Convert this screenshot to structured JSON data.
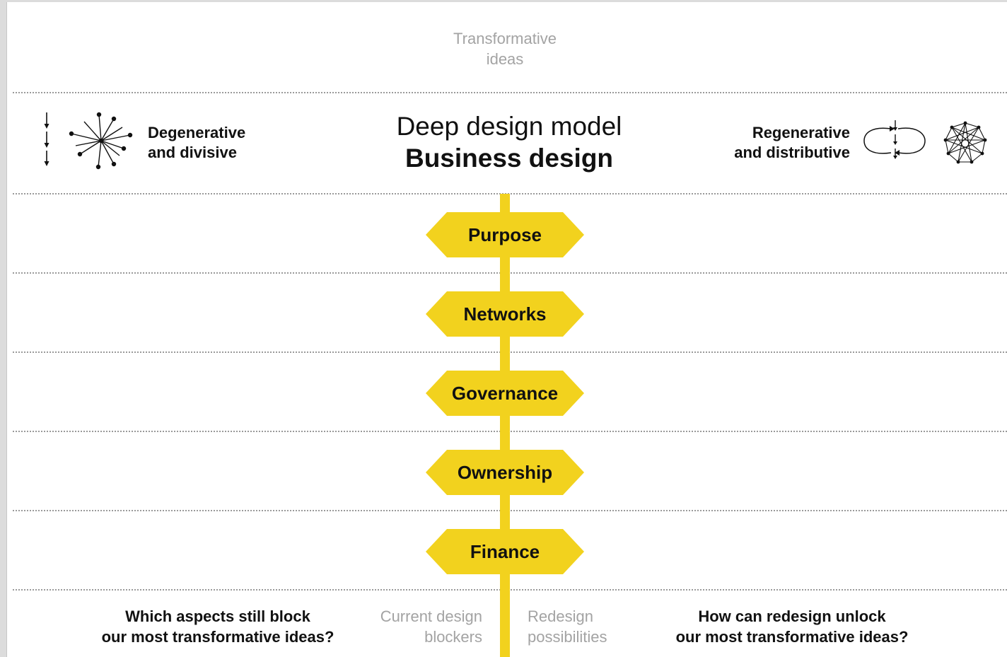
{
  "header": {
    "top_title": "Transformative ideas",
    "title_line1": "Deep design model",
    "title_line2": "Business design"
  },
  "left": {
    "label_line1": "Degenerative",
    "label_line2": "and divisive",
    "icons": [
      "descending-arrows-icon",
      "centralized-star-icon"
    ]
  },
  "right": {
    "label_line1": "Regenerative",
    "label_line2": "and distributive",
    "icons": [
      "cycle-arrows-icon",
      "distributed-network-icon"
    ]
  },
  "signs": [
    {
      "label": "Purpose"
    },
    {
      "label": "Networks"
    },
    {
      "label": "Governance"
    },
    {
      "label": "Ownership"
    },
    {
      "label": "Finance"
    }
  ],
  "footer": {
    "question_left_line1": "Which aspects still block",
    "question_left_line2": "our most transformative ideas?",
    "column_left_line1": "Current design",
    "column_left_line2": "blockers",
    "column_right_line1": "Redesign",
    "column_right_line2": "possibilities",
    "question_right_line1": "How can redesign unlock",
    "question_right_line2": "our most transformative ideas?"
  },
  "colors": {
    "sign_yellow": "#f2d21e",
    "muted_text": "#a3a3a3",
    "dotted_line": "#9a9a9a"
  }
}
